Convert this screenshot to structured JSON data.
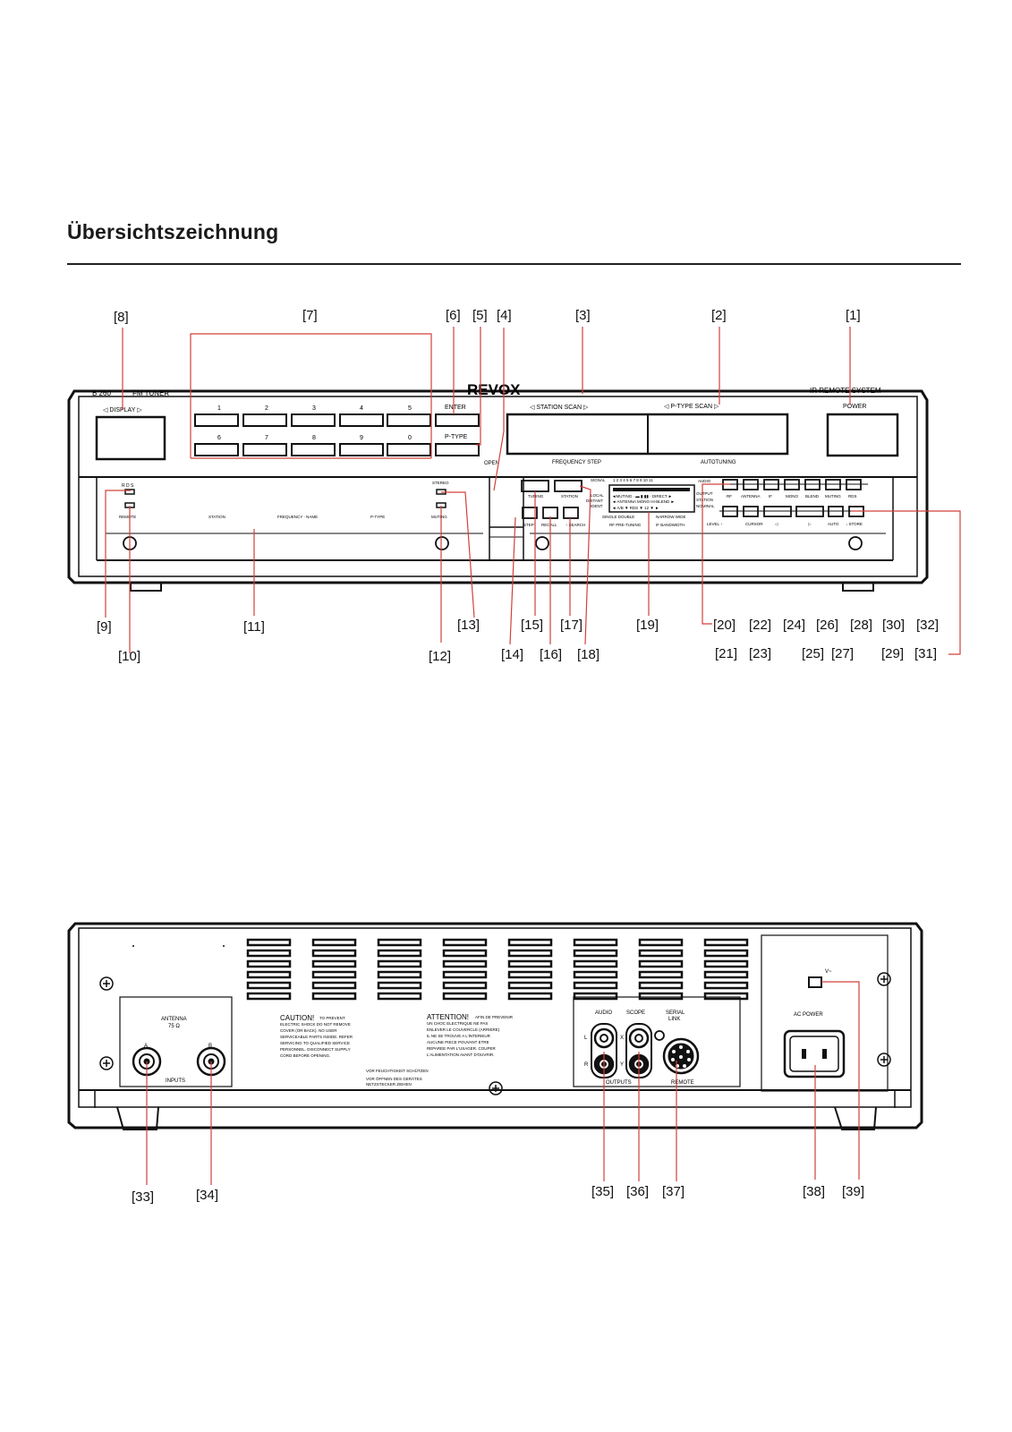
{
  "page_title": "Übersichtszeichnung",
  "front": {
    "model": "B 260",
    "type": "FM  TUNER",
    "brand": "REVOX",
    "ir_remote": "IR  REMOTE  SYSTEM",
    "display": "◁  DISPLAY  ▷",
    "power": "POWER",
    "enter": "ENTER",
    "ptype": "P-TYPE",
    "station_scan": "◁          STATION SCAN          ▷",
    "ptype_scan": "◁          P-TYPE SCAN          ▷",
    "num_row1": [
      "1",
      "2",
      "3",
      "4",
      "5"
    ],
    "num_row2": [
      "6",
      "7",
      "8",
      "9",
      "0"
    ],
    "open": "OPEN",
    "frequency_step": "FREQUENCY STEP",
    "autotuning": "AUTOTUNING",
    "rds": "R D S",
    "remote": "REMOTE",
    "station": "STATION",
    "frequency_name": "FREQUENCY · NAME",
    "ptype_small": "P-TYPE",
    "stereo": "STEREO",
    "muting": "MUTING",
    "tuning": "TUNING",
    "station_btn": "STATION",
    "signal": "SIGNAL",
    "signal_scale": "1  2  3  4  5  6  7  8  9  10  11",
    "local_distant_ident": [
      "LOCAL",
      "DISTANT",
      "IDENT"
    ],
    "display_line1": "◄MUTING · ▬ ▮·▮▮ · DIRECT ►",
    "display_line2": "◄ ANTENNA  MONO  HI-BLEND ►",
    "display_line3": "◄  A/B  ▼  RDS  ▼  12  ▼ ►",
    "single_double": "SINGLE  DOUBLE",
    "narrow_wide": "NARROW  WIDE",
    "rf_pre_tuning": "RF PRE-TUNING",
    "if_bandwidth": "IF BANDWIDTH",
    "step": "STEP",
    "recall": "RECALL",
    "search": "↑ SEARCH",
    "audio_small": "AUDIO",
    "output_station_nominal": [
      "OUTPUT",
      "STATION",
      "NOMINAL"
    ],
    "top_buttons": [
      "RF",
      "ANTENNA",
      "IF",
      "MONO",
      "BLEND",
      "MUTING",
      "RDS"
    ],
    "bottom_buttons": [
      "LEVEL  ↑",
      "CURSOR",
      "◁",
      "▷",
      "AUTO",
      "↓ STORE"
    ]
  },
  "rear": {
    "antenna": "ANTENNA",
    "ohm": "75  Ω",
    "a": "A",
    "b": "B",
    "inputs": "INPUTS",
    "caution_head": "CAUTION!",
    "caution_text": [
      "TO PREVENT",
      "ELECTRIC SHOCK DO NOT REMOVE",
      "COVER (OR BACK). NO USER",
      "SERVICEABLE PARTS INSIDE. REFER",
      "SERVICING TO QUALIFIED SERVICE",
      "PERSONNEL. DISCONNECT SUPPLY",
      "CORD BEFORE OPENING."
    ],
    "attention_head": "ATTENTION!",
    "attention_text": [
      "AFIN DE PREVENIR",
      "UN CHOC ELECTRIQUE NE PAS",
      "ENLEVER LE COUVERCLE (ARRIERE)",
      "IL NE SE TROUVE A L'INTERIEUR",
      "AUCUNE PIECE POUVANT ETRE",
      "REPAREE PAR L'USAGER. COUPER",
      "L'ALIMENTATION AVANT D'OUVRIR."
    ],
    "german_text": [
      "VOR FEUCHTIGKEIT SCHÜTZEN",
      "VOR ÖFFNEN DES GERÄTES",
      "NETZSTECKER ZIEHEN"
    ],
    "audio": "AUDIO",
    "scope": "SCOPE",
    "serial_link": [
      "SERIAL",
      "LINK"
    ],
    "l": "L",
    "r": "R",
    "x": "X",
    "y": "Y",
    "outputs": "OUTPUTS",
    "remote": "REMOTE",
    "ac_power": "AC POWER",
    "voltage": "V~"
  },
  "callouts_front": [
    "[1]",
    "[2]",
    "[3]",
    "[4]",
    "[5]",
    "[6]",
    "[7]",
    "[8]",
    "[9]",
    "[10]",
    "[11]",
    "[12]",
    "[13]",
    "[14]",
    "[15]",
    "[16]",
    "[17]",
    "[18]",
    "[19]",
    "[20]",
    "[21]",
    "[22]",
    "[23]",
    "[24]",
    "[25]",
    "[26]",
    "[27]",
    "[28]",
    "[29]",
    "[30]",
    "[31]",
    "[32]"
  ],
  "callouts_rear": [
    "[33]",
    "[34]",
    "[35]",
    "[36]",
    "[37]",
    "[38]",
    "[39]"
  ]
}
